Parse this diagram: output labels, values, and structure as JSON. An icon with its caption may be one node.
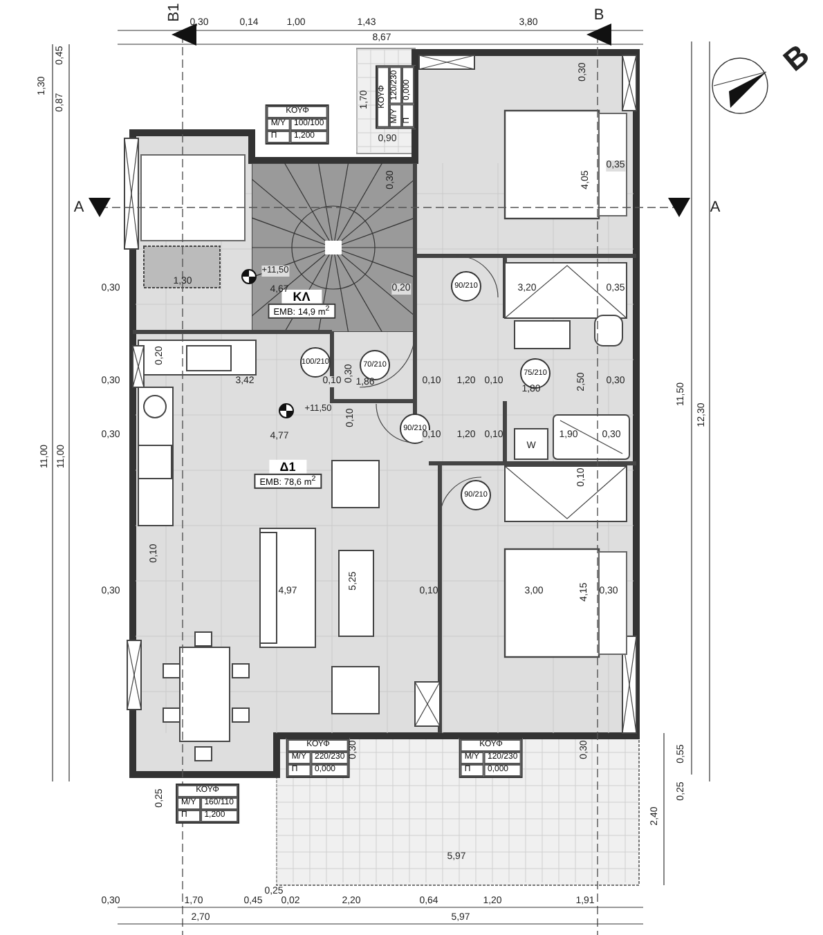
{
  "diagram": {
    "nodes": [
      {
        "text": [
          "ΚΟΥΦ",
          "Μ/Υ",
          "120/230",
          "Π",
          "0,000"
        ]
      },
      {
        "text": [
          "ΚΟΥΦ",
          "Μ/Υ",
          "100/100",
          "Π",
          "1,200"
        ]
      },
      {
        "text": [
          "90/210"
        ]
      },
      {
        "text": [
          "ΚΛ",
          "ΕΜΒ: 14,9 m$^{2}$"
        ]
      },
      {
        "text": [
          "100/210"
        ]
      },
      {
        "text": [
          "70/210"
        ]
      },
      {
        "text": [
          "75/210"
        ]
      },
      {
        "text": [
          "90/210"
        ]
      },
      {
        "text": [
          "Δ1",
          "ΕΜΒ: 78,6 m$^{2}$"
        ]
      },
      {
        "text": [
          "90/210"
        ]
      },
      {
        "text": [
          "ΚΟΥΦ",
          "Μ/Υ",
          "220/230",
          "Π",
          "0,000"
        ]
      },
      {
        "text": [
          "ΚΟΥΦ",
          "Μ/Υ",
          "120/230",
          "Π",
          "0,000"
        ]
      },
      {
        "text": [
          "ΚΟΥΦ",
          "Μ/Υ",
          "160/110",
          "Π",
          "1,200"
        ]
      }
    ],
    "labels": [
      "B1",
      "0,30",
      "0,14",
      "1,00",
      "1,43",
      "3,80",
      "B",
      "8,67",
      "0,45",
      "Β",
      "1,30",
      "0,87",
      "0,30",
      "1,70",
      "0,90",
      "A",
      "4,05",
      "0,35",
      "0,30",
      "A",
      "+11,50",
      "1,30",
      "0,30",
      "4,67",
      "0,20",
      "3,20",
      "0,35",
      "0,20",
      "0,30",
      "0,30",
      "3,42",
      "0,10",
      "1,86",
      "0,10",
      "1,20",
      "0,10",
      "1,80",
      "2,50",
      "0,30",
      "11,50",
      "12,30",
      "+11,50",
      "0,10",
      "0,30",
      "4,77",
      "0,10",
      "1,20",
      "0,10",
      "W",
      "1,90",
      "0,30",
      "11,00",
      "11,00",
      "0,10",
      "0,10",
      "5,25",
      "0,30",
      "4,97",
      "0,10",
      "3,00",
      "4,15",
      "0,30",
      "0,30",
      "0,30",
      "0,55",
      "0,25",
      "0,25",
      "2,40",
      "5,97",
      "0,25",
      "0,30",
      "1,70",
      "0,45",
      "0,02",
      "2,20",
      "0,64",
      "1,20",
      "1,91",
      "2,70",
      "5,97"
    ]
  }
}
